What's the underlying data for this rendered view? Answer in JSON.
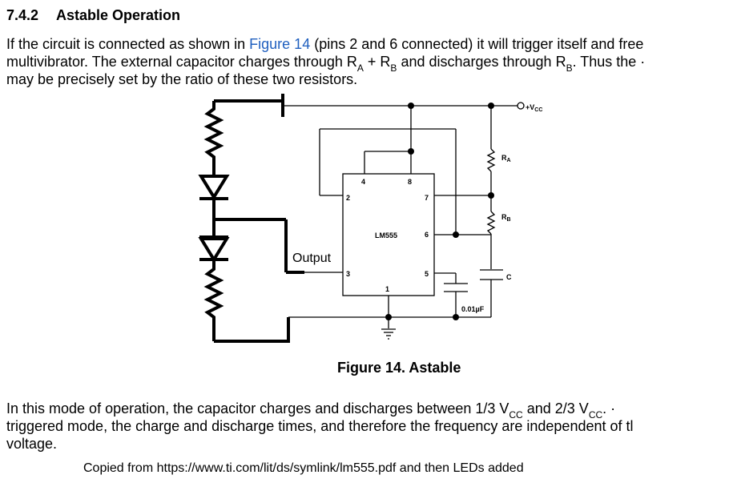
{
  "section": {
    "number": "7.4.2",
    "title": "Astable Operation"
  },
  "para1": {
    "line1_a": "If the circuit is connected as shown in ",
    "line1_link": "Figure 14",
    "line1_b": " (pins 2 and 6 connected) it will trigger itself and free",
    "line2_a": "multivibrator. The external capacitor charges through R",
    "sub_a": "A",
    "line2_b": " + R",
    "sub_b": "B",
    "line2_c": " and discharges through R",
    "sub_c": "B",
    "line2_d": ". Thus the ·",
    "line3": "may be precisely set by the ratio of these two resistors."
  },
  "diagram": {
    "ic_label": "LM555",
    "pins": {
      "p4": "4",
      "p8": "8",
      "p2": "2",
      "p7": "7",
      "p6": "6",
      "p3": "3",
      "p5": "5",
      "p1": "1"
    },
    "vcc_label": "+V",
    "vcc_sub": "CC",
    "ra_label": "R",
    "ra_sub": "A",
    "rb_label": "R",
    "rb_sub": "B",
    "c_label": "C",
    "cap_value": "0.01µF",
    "output_label": "Output",
    "caption": "Figure 14. Astable"
  },
  "para2": {
    "line1_a": "In this mode of operation, the capacitor charges and discharges between 1/3 V",
    "sub_1": "CC",
    "line1_b": " and 2/3 V",
    "sub_2": "CC",
    "line1_c": ". ·",
    "line2": "triggered mode, the charge and discharge times, and therefore the frequency are independent of tl",
    "line3": "voltage."
  },
  "credit": "Copied from  https://www.ti.com/lit/ds/symlink/lm555.pdf and then LEDs added"
}
